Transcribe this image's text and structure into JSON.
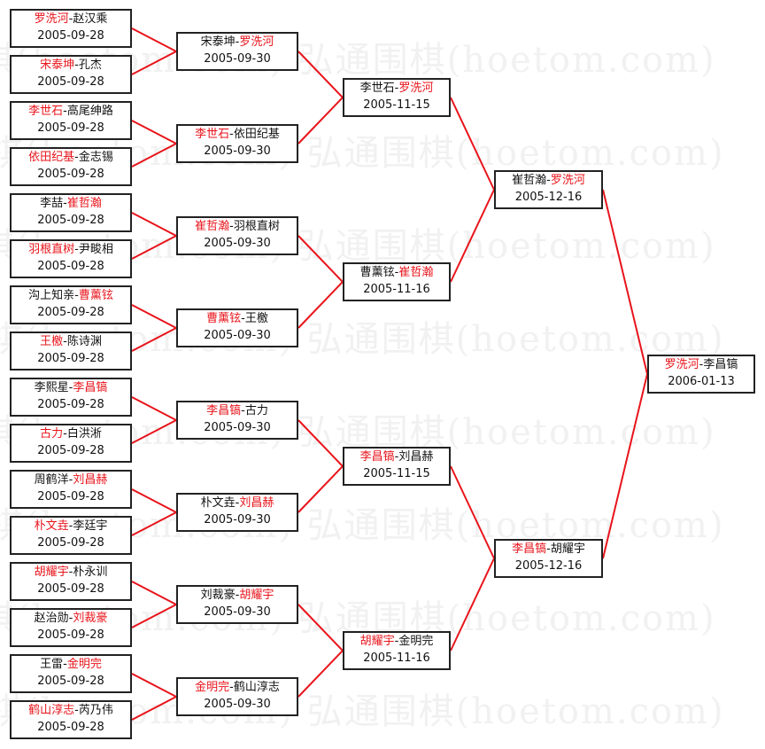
{
  "watermark": "弘通围棋(hoetom.com)",
  "colors": {
    "winner": "#e8141b",
    "line": "#e8141b",
    "border": "#222222"
  },
  "rounds": [
    [
      {
        "a": "罗洗河",
        "b": "赵汉乘",
        "winner": 0,
        "date": "2005-09-28"
      },
      {
        "a": "宋泰坤",
        "b": "孔杰",
        "winner": 0,
        "date": "2005-09-28"
      },
      {
        "a": "李世石",
        "b": "高尾绅路",
        "winner": 0,
        "date": "2005-09-28"
      },
      {
        "a": "依田纪基",
        "b": "金志锡",
        "winner": 0,
        "date": "2005-09-28"
      },
      {
        "a": "李喆",
        "b": "崔哲瀚",
        "winner": 1,
        "date": "2005-09-28"
      },
      {
        "a": "羽根直树",
        "b": "尹畯相",
        "winner": 0,
        "date": "2005-09-28"
      },
      {
        "a": "沟上知亲",
        "b": "曹薰铉",
        "winner": 1,
        "date": "2005-09-28"
      },
      {
        "a": "王檄",
        "b": "陈诗渊",
        "winner": 0,
        "date": "2005-09-28"
      },
      {
        "a": "李熙星",
        "b": "李昌镐",
        "winner": 1,
        "date": "2005-09-28"
      },
      {
        "a": "古力",
        "b": "白洪淅",
        "winner": 0,
        "date": "2005-09-28"
      },
      {
        "a": "周鹤洋",
        "b": "刘昌赫",
        "winner": 1,
        "date": "2005-09-28"
      },
      {
        "a": "朴文垚",
        "b": "李廷宇",
        "winner": 0,
        "date": "2005-09-28"
      },
      {
        "a": "胡耀宇",
        "b": "朴永训",
        "winner": 0,
        "date": "2005-09-28"
      },
      {
        "a": "赵治勋",
        "b": "刘裁豪",
        "winner": 1,
        "date": "2005-09-28"
      },
      {
        "a": "王雷",
        "b": "金明完",
        "winner": 1,
        "date": "2005-09-28"
      },
      {
        "a": "鹤山淳志",
        "b": "芮乃伟",
        "winner": 0,
        "date": "2005-09-28"
      }
    ],
    [
      {
        "a": "宋泰坤",
        "b": "罗洗河",
        "winner": 1,
        "date": "2005-09-30"
      },
      {
        "a": "李世石",
        "b": "依田纪基",
        "winner": 0,
        "date": "2005-09-30"
      },
      {
        "a": "崔哲瀚",
        "b": "羽根直树",
        "winner": 0,
        "date": "2005-09-30"
      },
      {
        "a": "曹薰铉",
        "b": "王檄",
        "winner": 0,
        "date": "2005-09-30"
      },
      {
        "a": "李昌镐",
        "b": "古力",
        "winner": 0,
        "date": "2005-09-30"
      },
      {
        "a": "朴文垚",
        "b": "刘昌赫",
        "winner": 1,
        "date": "2005-09-30"
      },
      {
        "a": "刘裁豪",
        "b": "胡耀宇",
        "winner": 1,
        "date": "2005-09-30"
      },
      {
        "a": "金明完",
        "b": "鹤山淳志",
        "winner": 0,
        "date": "2005-09-30"
      }
    ],
    [
      {
        "a": "李世石",
        "b": "罗洗河",
        "winner": 1,
        "date": "2005-11-15"
      },
      {
        "a": "曹薰铉",
        "b": "崔哲瀚",
        "winner": 1,
        "date": "2005-11-16"
      },
      {
        "a": "李昌镐",
        "b": "刘昌赫",
        "winner": 0,
        "date": "2005-11-15"
      },
      {
        "a": "胡耀宇",
        "b": "金明完",
        "winner": 0,
        "date": "2005-11-16"
      }
    ],
    [
      {
        "a": "崔哲瀚",
        "b": "罗洗河",
        "winner": 1,
        "date": "2005-12-16"
      },
      {
        "a": "李昌镐",
        "b": "胡耀宇",
        "winner": 0,
        "date": "2005-12-16"
      }
    ],
    [
      {
        "a": "罗洗河",
        "b": "李昌镐",
        "winner": 0,
        "date": "2006-01-13"
      }
    ]
  ]
}
